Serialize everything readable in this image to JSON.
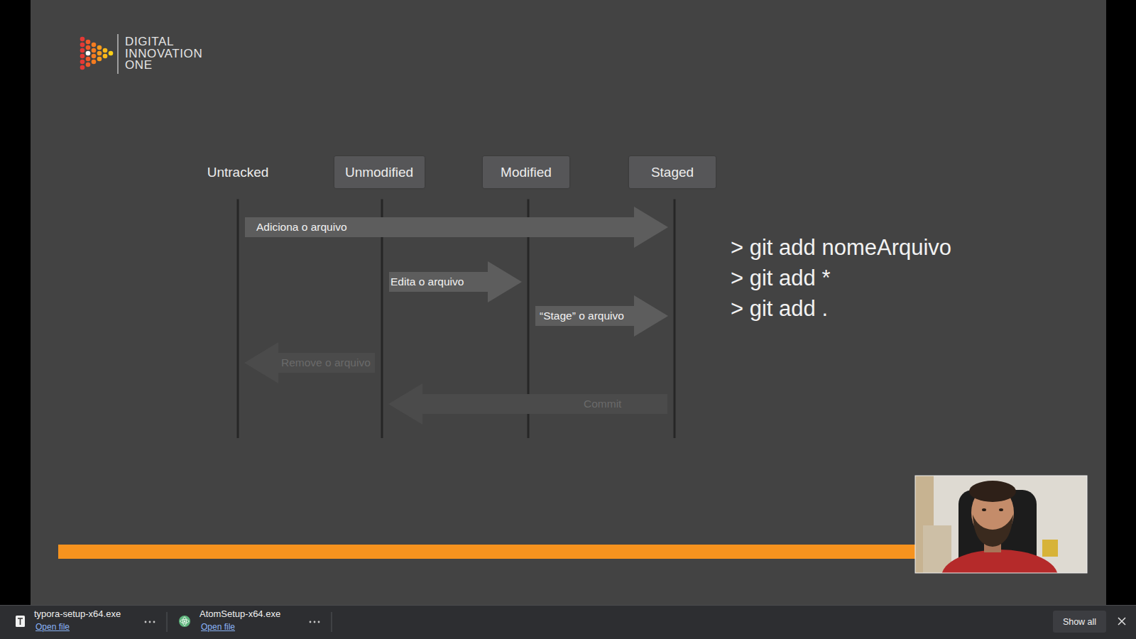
{
  "diagram": {
    "nodes": [
      {
        "text": [
          "Untracked"
        ]
      },
      {
        "text": [
          "Unmodified"
        ]
      },
      {
        "text": [
          "Modified"
        ]
      },
      {
        "text": [
          "Staged"
        ]
      }
    ],
    "edges": [
      {
        "from": 0,
        "to": 3,
        "arrow": "to",
        "label": "Adiciona o arquivo"
      },
      {
        "from": 1,
        "to": 2,
        "arrow": "to",
        "label": "Edita o arquivo"
      },
      {
        "from": 2,
        "to": 3,
        "arrow": "to",
        "label": "“Stage” o arquivo"
      },
      {
        "from": 1,
        "to": 0,
        "arrow": "to",
        "label": "Remove o arquivo"
      },
      {
        "from": 3,
        "to": 1,
        "arrow": "to",
        "label": "Commit"
      }
    ],
    "labels": [
      "DIGITAL INNOVATION ONE",
      "> git add nomeArquivo",
      "> git add *",
      "> git add .",
      "typora-setup-x64.exe",
      "Open file",
      "AtomSetup-x64.exe",
      "Open file",
      "Show all"
    ]
  }
}
